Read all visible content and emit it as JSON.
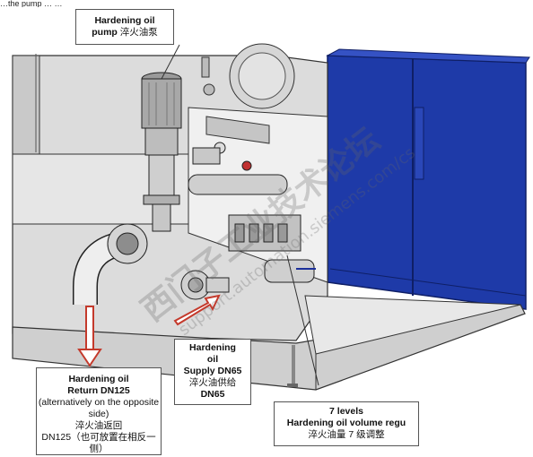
{
  "top_strip_text": "…the pump … …",
  "labels": {
    "pump": {
      "en": "Hardening oil",
      "en2": "pump",
      "zh": "淬火油泵"
    },
    "return": {
      "en": "Hardening oil",
      "en2": "Return DN125",
      "note": "(alternatively on the opposite side)",
      "zh": "淬火油返回",
      "zh2": "DN125（也可放置在相反一侧）"
    },
    "supply": {
      "en": "Hardening",
      "en2": "oil",
      "en3": "Supply DN65",
      "zh": "淬火油供给",
      "en4": "DN65"
    },
    "volume": {
      "en": "7 levels",
      "en2": "Hardening oil volume regu",
      "zh": "淬火油量 7 级调整"
    }
  },
  "watermark": {
    "zh": "西门子工业技术论坛",
    "url": "support.automation.siemens.com/cs"
  },
  "colors": {
    "arrow": "#c43a2c",
    "cabinet": "#1e3aa8",
    "frame": "#d2d2d2",
    "line": "#333333"
  }
}
